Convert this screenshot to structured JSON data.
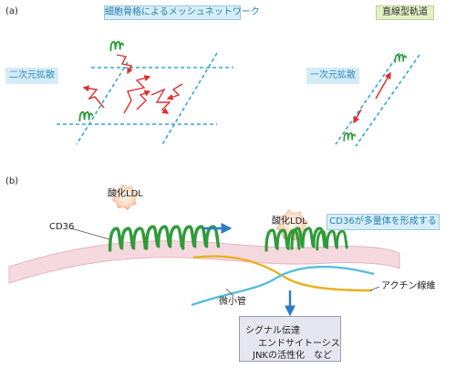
{
  "panel_a": {
    "label": "(a)",
    "mesh_title": "細胞骨格によるメッシュネットワーク",
    "linear_title": "直線型軌道",
    "diffusion_2d": "二次元拡散",
    "diffusion_1d": "一次元拡散"
  },
  "panel_b": {
    "label": "(b)",
    "oxldl_1": "酸化LDL",
    "oxldl_2": "酸化LDL",
    "cd36": "CD36",
    "multimer": "CD36が多量体を形成する",
    "microtubule": "微小管",
    "actin": "アクチン線維",
    "signal_lines": [
      "シグナル伝達",
      "エンドサイトーシス",
      "JNKの活性化　など"
    ]
  },
  "colors": {
    "dashed_blue": "#35a7d8",
    "red_arrow": "#dd2f2f",
    "green_protein": "#2f9b3a",
    "membrane_pink": "#f6d9df",
    "actin_yellow": "#eab11e",
    "microtubule_cyan": "#56bedf",
    "arrow_blue": "#2c7cc4"
  }
}
